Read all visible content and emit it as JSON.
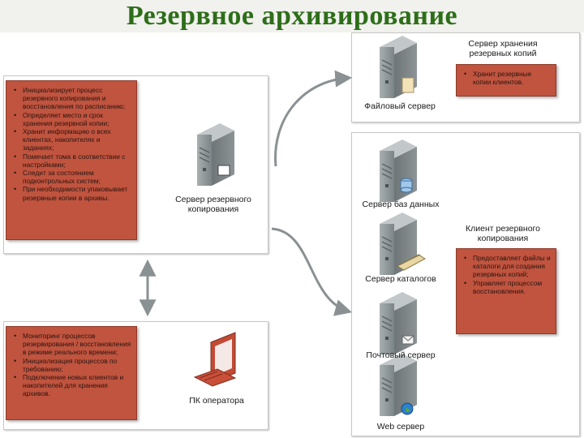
{
  "title": "Резервное архивирование",
  "colors": {
    "title": "#2d6e19",
    "note_fill": "#c0543f",
    "server_body": "#8e9798"
  },
  "backup_server": {
    "label_line1": "Сервер резервного",
    "label_line2": "копирования",
    "bullets": [
      "Инициализирует процесс резервного копирования и восстановления по расписанию;",
      "Определяет место и срок хранения резервной копии;",
      "Хранит информацию о всех клиентах, накопителях и заданиях;",
      "Помечает тома в соответствии с настройками;",
      "Следит за состоянием подконтрольных систем;",
      "При необходимости упаковывает резервные копии в архивы."
    ]
  },
  "operator_pc": {
    "label": "ПК оператора",
    "bullets": [
      "Мониторинг процессов резервирования / восстановления в режиме реального времени;",
      "Инициализация процессов по требованию;",
      "Подключение новых клиентов и накопителей для хранения архивов."
    ]
  },
  "storage_server": {
    "title_line1": "Сервер хранения",
    "title_line2": "резервных копий",
    "server_label": "Файловый сервер",
    "bullets": [
      "Хранит резервные копии клиентов."
    ]
  },
  "client": {
    "title_line1": "Клиент резервного",
    "title_line2": "копирования",
    "servers": [
      "Сервер баз данных",
      "Сервер каталогов",
      "Почтовый сервер",
      "Web сервер"
    ],
    "bullets": [
      "Предоставляет файлы и каталоги для создания резервных копий;",
      "Управляет процессом восстановления."
    ]
  }
}
